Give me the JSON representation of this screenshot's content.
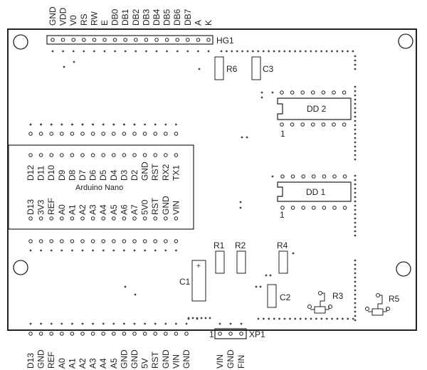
{
  "board": {
    "colors": {
      "outline": "#222222",
      "background": "#ffffff",
      "dot": "#444444"
    }
  },
  "lcd_header": {
    "ref": "HG1",
    "pins": [
      "GND",
      "VDD",
      "V0",
      "RS",
      "RW",
      "E",
      "DB0",
      "DB1",
      "DB2",
      "DB3",
      "DB4",
      "DB5",
      "DB6",
      "DB7",
      "A",
      "K"
    ]
  },
  "arduino": {
    "title": "Arduino Nano",
    "top_pins": [
      "D12",
      "D11",
      "D10",
      "D9",
      "D8",
      "D7",
      "D6",
      "D5",
      "D4",
      "D3",
      "D2",
      "GND",
      "RST",
      "RX2",
      "TX1"
    ],
    "bottom_pins": [
      "D13",
      "3V3",
      "REF",
      "A0",
      "A1",
      "A2",
      "A3",
      "A4",
      "A5",
      "A6",
      "A7",
      "5V0",
      "RST",
      "GND",
      "VIN"
    ]
  },
  "bottom_header": {
    "pins": [
      "D13",
      "GND",
      "REF",
      "A0",
      "A1",
      "A2",
      "A3",
      "A4",
      "A5",
      "GND",
      "GND",
      "5V",
      "RST",
      "GND",
      "VIN",
      "GND"
    ]
  },
  "power_connector": {
    "ref": "XP1",
    "pin1_marker": "1",
    "pins": [
      "VIN",
      "GND",
      "FIN"
    ]
  },
  "components": {
    "R1": "R1",
    "R2": "R2",
    "R4": "R4",
    "R6": "R6",
    "C1": "C1",
    "C1_polarity": "+",
    "C2": "C2",
    "C3": "C3",
    "R3": "R3",
    "R5": "R5",
    "DD1": "DD 1",
    "DD2": "DD 2",
    "ic_pin1": "1"
  }
}
